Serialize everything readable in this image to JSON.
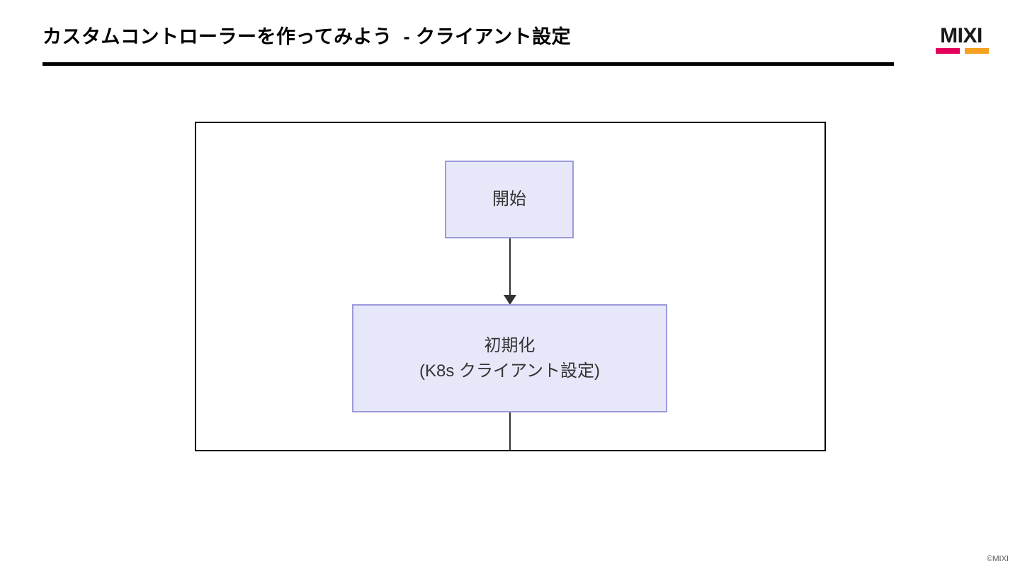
{
  "slide": {
    "title": "カスタムコントローラーを作ってみよう  - クライアント設定",
    "copyright": "©MIXI",
    "background_color": "#ffffff",
    "rule_color": "#000000"
  },
  "logo": {
    "wordmark": "MIXI",
    "bar_colors": [
      "#e4005a",
      "#f5a01e"
    ],
    "text_color": "#1a1a1a"
  },
  "diagram": {
    "frame_border_color": "#000000",
    "node_fill": "#e7e7fa",
    "node_border": "#9b9bdc",
    "node_text_color": "#333333",
    "connector_color": "#333333",
    "nodes": [
      {
        "id": "start",
        "lines": [
          "開始"
        ]
      },
      {
        "id": "init",
        "lines": [
          "初期化",
          "(K8s クライアント設定)"
        ]
      }
    ],
    "connectors": [
      {
        "id": "start-to-init",
        "type": "arrow-down"
      },
      {
        "id": "init-onward",
        "type": "line-down-clipped"
      }
    ]
  }
}
